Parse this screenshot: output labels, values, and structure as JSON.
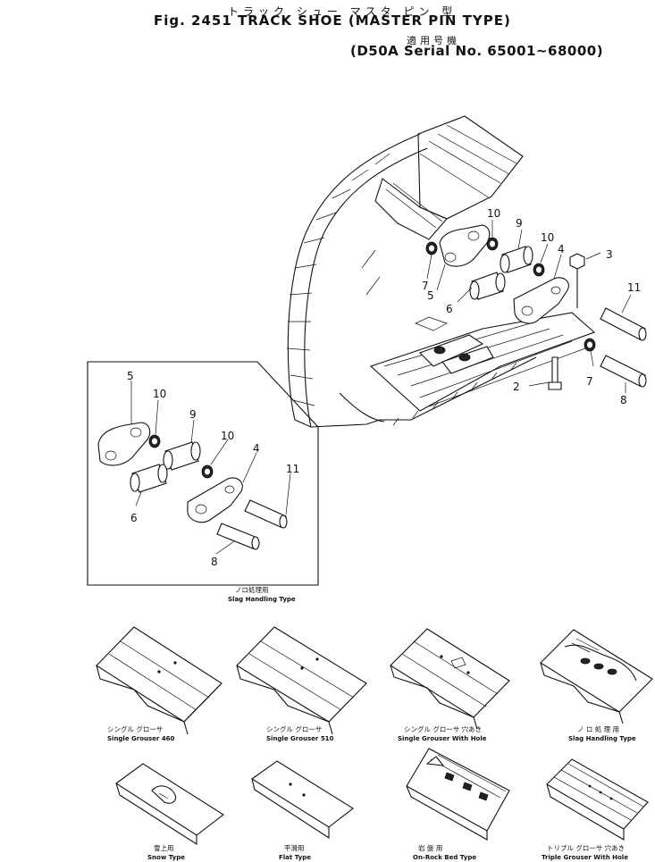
{
  "header": {
    "jp_title": "トラック シュー マスタ ピン 型",
    "fig_title": "Fig. 2451   TRACK SHOE (MASTER PIN TYPE)",
    "jp_applicable": "適用号機",
    "serial": "(D50A Serial No. 65001~68000)"
  },
  "callouts": {
    "main": [
      "10",
      "9",
      "10",
      "4",
      "3",
      "7",
      "5",
      "6",
      "11",
      "7",
      "2",
      "8"
    ],
    "inset": [
      "5",
      "10",
      "9",
      "10",
      "4",
      "11",
      "6",
      "8"
    ]
  },
  "inset_caption": {
    "jp": "ノロ処理用",
    "en": "Slag Handling Type"
  },
  "variants": [
    {
      "jp": "シングル グローサ",
      "en": "Single Grouser 460"
    },
    {
      "jp": "シングル グローサ",
      "en": "Single Grouser 510"
    },
    {
      "jp": "シングル グローサ 穴あき",
      "en": "Single Grouser With Hole"
    },
    {
      "jp": "ノ ロ 処 理 用",
      "en": "Slag Handling Type"
    },
    {
      "jp": "雪上用",
      "en": "Snow Type"
    },
    {
      "jp": "平滑用",
      "en": "Flat Type"
    },
    {
      "jp": "岩 盤 用",
      "en": "On-Rock Bed Type"
    },
    {
      "jp": "トリプル グローサ 穴あき",
      "en": "Triple Grouser With Hole"
    }
  ]
}
